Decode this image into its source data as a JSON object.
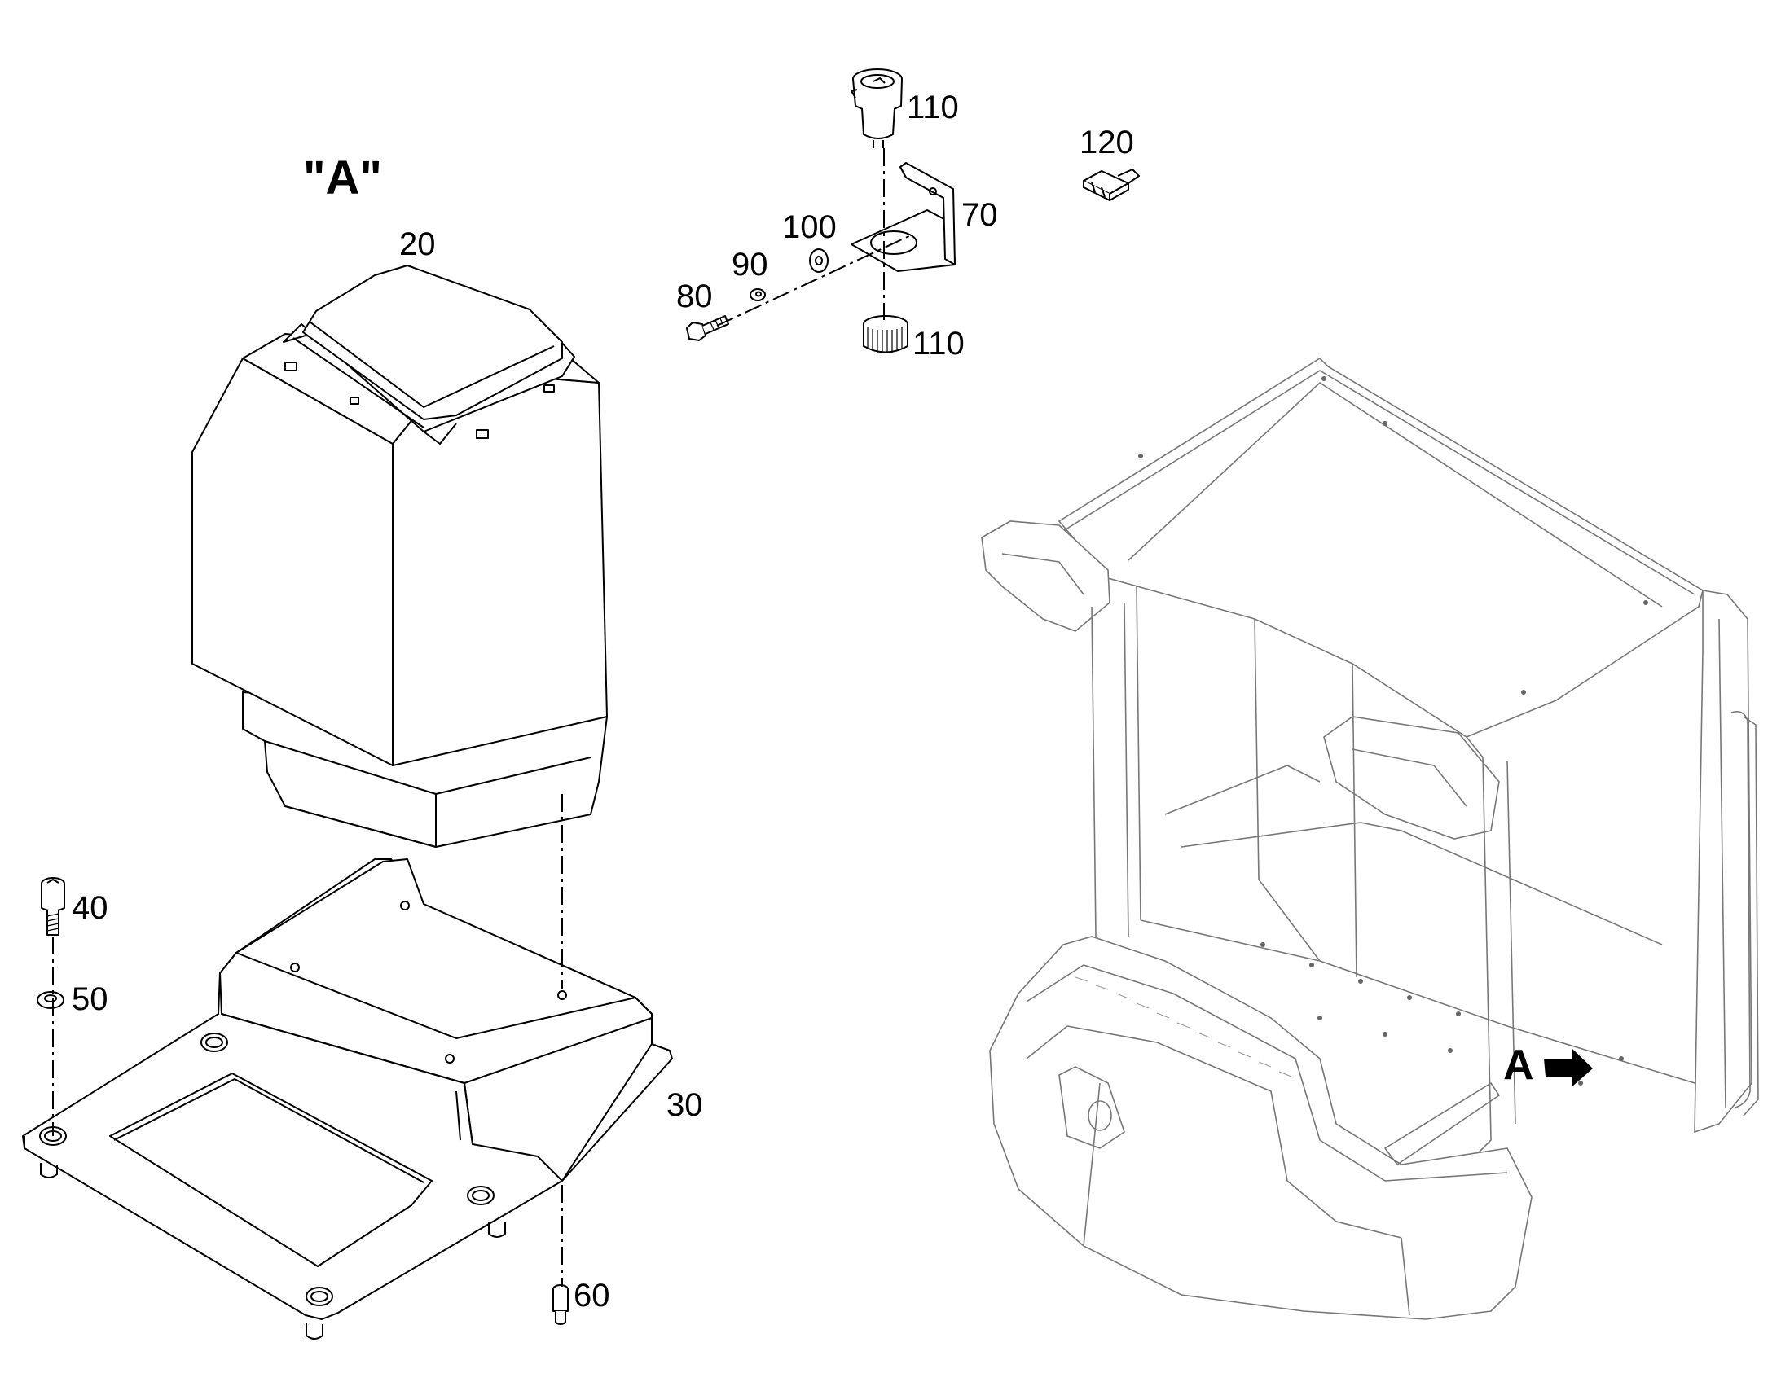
{
  "view_label": "\"A\"",
  "view_marker": "A",
  "parts": [
    {
      "id": "p20",
      "label": "20"
    },
    {
      "id": "p30",
      "label": "30"
    },
    {
      "id": "p40",
      "label": "40"
    },
    {
      "id": "p50",
      "label": "50"
    },
    {
      "id": "p60",
      "label": "60"
    },
    {
      "id": "p70",
      "label": "70"
    },
    {
      "id": "p80",
      "label": "80"
    },
    {
      "id": "p90",
      "label": "90"
    },
    {
      "id": "p100",
      "label": "100"
    },
    {
      "id": "p110a",
      "label": "110"
    },
    {
      "id": "p110b",
      "label": "110"
    },
    {
      "id": "p120",
      "label": "120"
    }
  ]
}
